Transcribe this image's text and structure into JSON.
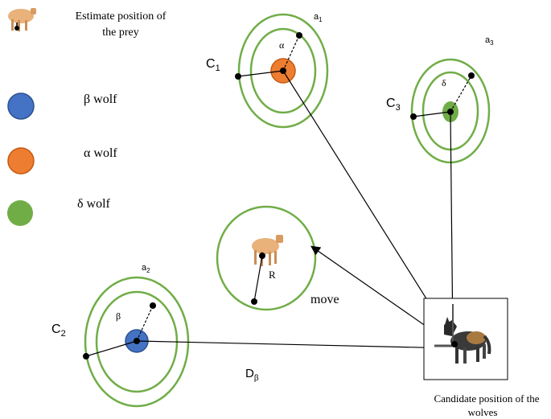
{
  "legend": {
    "prey_label_line1": "Estimate position of",
    "prey_label_line2": "the prey",
    "beta_label": "β wolf",
    "alpha_label": "α wolf",
    "delta_label": "δ wolf",
    "colors": {
      "beta": "#4472c4",
      "alpha": "#ed7d31",
      "delta": "#70ad47"
    }
  },
  "alpha_group": {
    "c_label": "C",
    "c_sub": "1",
    "a_label": "a",
    "a_sub": "1",
    "greek": "α"
  },
  "delta_group": {
    "c_label": "C",
    "c_sub": "3",
    "a_label": "a",
    "a_sub": "3",
    "greek": "δ"
  },
  "beta_group": {
    "c_label": "C",
    "c_sub": "2",
    "a_label": "a",
    "a_sub": "2",
    "greek": "β"
  },
  "prey_group": {
    "r_label": "R",
    "move_label": "move"
  },
  "distance_label": {
    "d": "D",
    "sub": "β"
  },
  "candidate": {
    "line1": "Candidate position of the",
    "line2": "wolves"
  },
  "ring_color": "#70ad47"
}
